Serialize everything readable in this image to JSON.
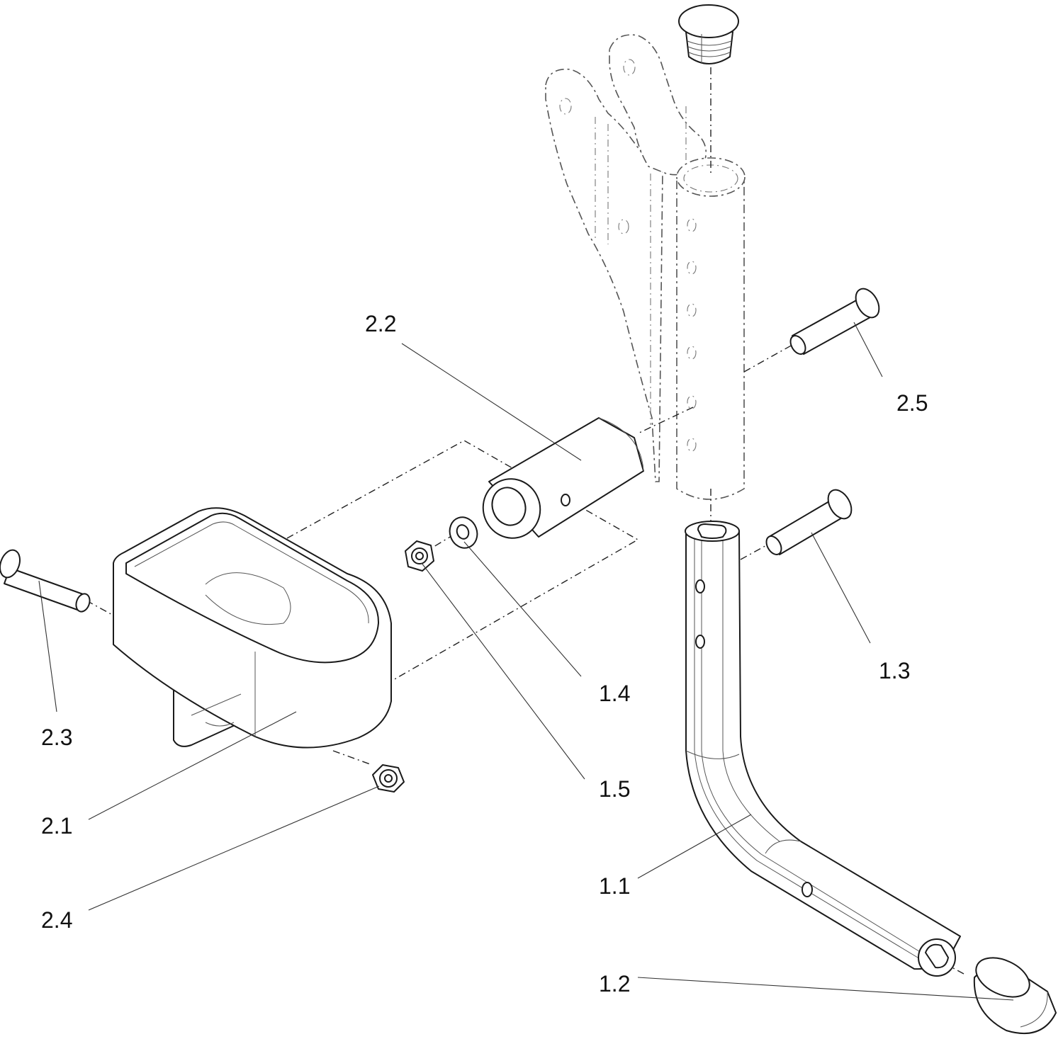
{
  "callouts": {
    "c_2_2": "2.2",
    "c_2_5": "2.5",
    "c_1_3": "1.3",
    "c_1_4": "1.4",
    "c_1_5": "1.5",
    "c_2_3": "2.3",
    "c_2_1": "2.1",
    "c_2_4": "2.4",
    "c_1_1": "1.1",
    "c_1_2": "1.2"
  },
  "colors": {
    "line": "#1a1a1a",
    "phantom": "#555555",
    "background": "#ffffff"
  }
}
